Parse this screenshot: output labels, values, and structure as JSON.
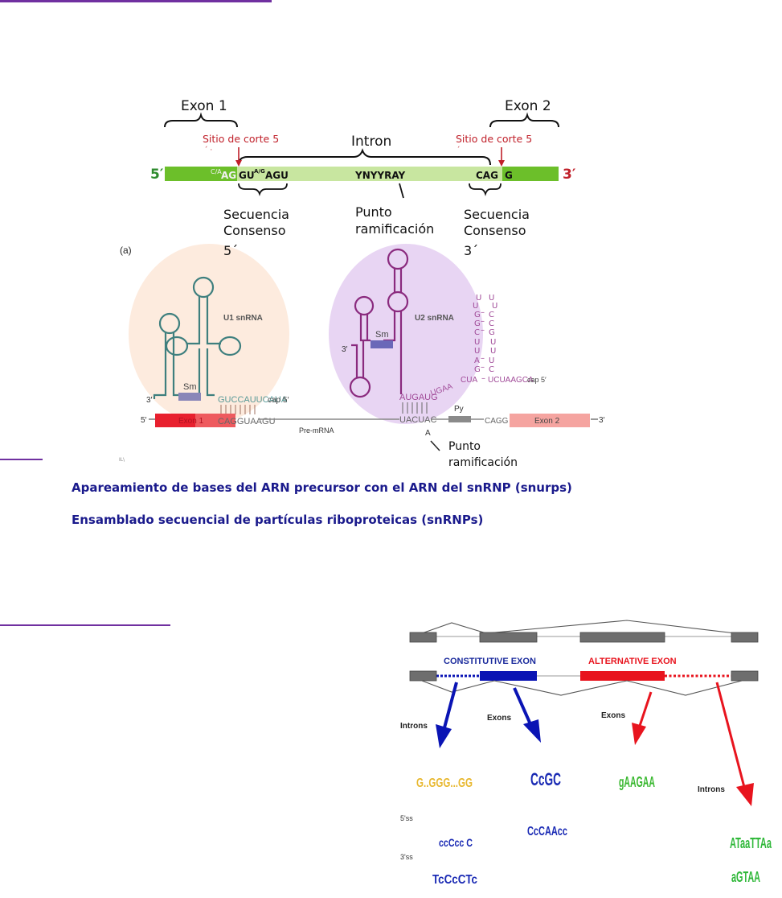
{
  "page": {
    "link_underlines": [
      "top-link",
      "mid-link",
      "section-link"
    ]
  },
  "consensus_diagram": {
    "exon1_label": "Exon 1",
    "exon2_label": "Exon 2",
    "intron_label": "Intron",
    "cut_site_left": "Sitio de corte 5",
    "cut_site_right": "Sitio de corte 5",
    "five_prime": "5′",
    "three_prime": "3′",
    "exon1_end_seq_super": "C/A",
    "exon1_end_seq": "AG",
    "intron_start_seq": "GU",
    "intron_start_super": "A/G",
    "intron_start_tail": "AGU",
    "branch_seq": "YNYYRAY",
    "intron_end_seq": "CAG",
    "exon2_start_seq": "G",
    "label_consensus5_l1": "Secuencia",
    "label_consensus5_l2": "Consenso",
    "label_consensus5_l3": "5´",
    "label_branch_l1": "Punto",
    "label_branch_l2": "ramificación",
    "label_consensus3_l1": "Secuencia",
    "label_consensus3_l2": "Consenso",
    "label_consensus3_l3": "3´",
    "colors": {
      "exon": "#6cbf2a",
      "intron": "#c8e6a0",
      "cut": "#c0202a",
      "five": "#2e8b2e",
      "three": "#c0202a"
    }
  },
  "snrna_diagram": {
    "panel_label": "(a)",
    "u1_label": "U1 snRNA",
    "u2_label": "U2 snRNA",
    "sm_label": "Sm",
    "sm_label_2": "Sm",
    "u1_three": "3′",
    "u2_three": "3′",
    "u1_seq": "GUCCAUUCAUA",
    "u1_cap": "cap 5′",
    "premrna_five": "5′",
    "exon1": "Exon 1",
    "premrna_seq_5ss": "CAGGUAAGU",
    "premrna_label": "Pre-mRNA",
    "u2_pair_seq": "AUGAUG",
    "u2_loop_seq": "UGAA",
    "u2_cua": "CUA",
    "u2_tail": "UCUAAGCA",
    "u2_cap": "cap 5′",
    "stem_left": [
      "U",
      "U",
      "G",
      "G",
      "C",
      "U",
      "U",
      "A",
      "G"
    ],
    "stem_right": [
      "U",
      "U",
      "C",
      "C",
      "G",
      "U",
      "U",
      "U",
      "C"
    ],
    "branch_seq": "UACUAC",
    "branch_a": "A",
    "py_label": "Py",
    "cagg": "CAGG",
    "exon2": "Exon 2",
    "three_end": "3′",
    "branch_label_l1": "Punto",
    "branch_label_l2": "ramificación",
    "faint_text": "IL\\"
  },
  "captions": [
    "Apareamiento de bases del ARN precursor con el ARN del snRNP (snurps)",
    "Ensamblado secuencial de partículas riboproteicas (snRNPs)"
  ],
  "alt_splicing_figure": {
    "constitutive_label": "CONSTITUTIVE EXON",
    "alternative_label": "ALTERNATIVE EXON",
    "introns_left": "Introns",
    "exons_left": "Exons",
    "exons_right": "Exons",
    "introns_right": "Introns",
    "ss5_label": "5'ss",
    "ss3_label": "3'ss",
    "motifs": {
      "const_intron": "G..GGG...GG",
      "const_exon": "CcGC",
      "alt_exon": "gAAGAA",
      "const_intron_5ss": "ccCcc C",
      "const_exon_5ss": "CcCAAcc",
      "const_intron_3ss": "TcCcCTc",
      "alt_intron_5ss": "ATaaTTAa",
      "alt_intron_3ss": "aGTAA"
    },
    "colors": {
      "constitutive": "#0a14b4",
      "alternative": "#e8141e",
      "exon_gray": "#6e6e6e"
    }
  }
}
